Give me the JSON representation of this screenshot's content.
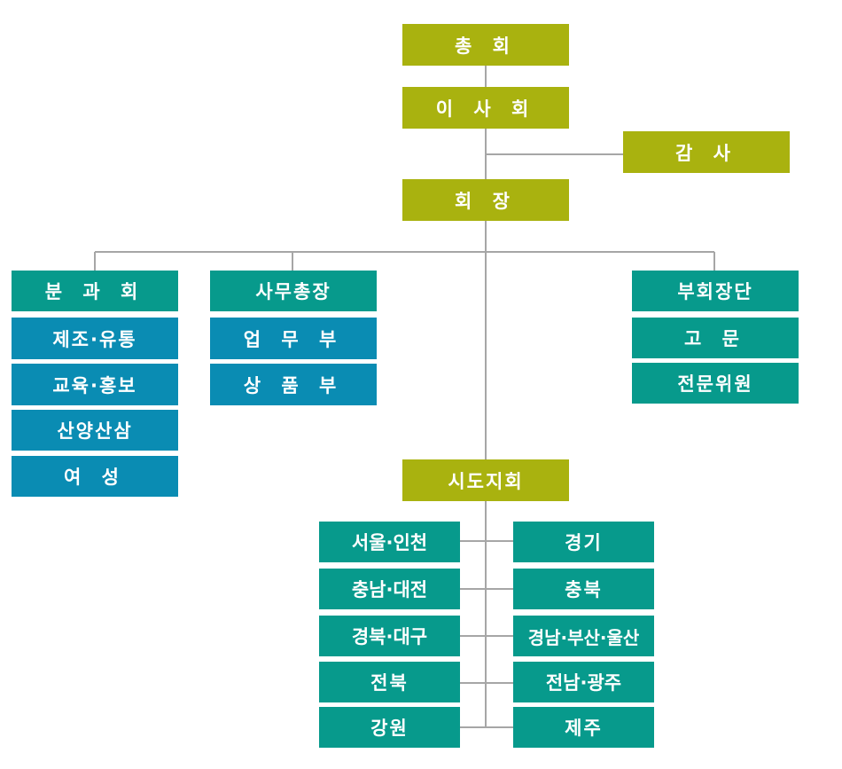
{
  "colors": {
    "top": "#a9b20f",
    "teal": "#079a8c",
    "blue": "#0a8cb3",
    "line": "#a6a6a6"
  },
  "top": {
    "general_assembly": "총    회",
    "board": "이 사 회",
    "auditor": "감      사",
    "chairman": "회    장"
  },
  "subcommittee": {
    "title": "분 과 회",
    "items": [
      "제조·유통",
      "교육·홍보",
      "산양산삼",
      "여      성"
    ]
  },
  "secretary": {
    "title": "사무총장",
    "items": [
      "업 무 부",
      "상 품 부"
    ]
  },
  "vice": {
    "title": "부회장단",
    "items": [
      "고      문",
      "전문위원"
    ]
  },
  "branches": {
    "title": "시도지회",
    "left": [
      "서울·인천",
      "충남·대전",
      "경북·대구",
      "전북",
      "강원"
    ],
    "right": [
      "경기",
      "충북",
      "경남·부산·울산",
      "전남·광주",
      "제주"
    ]
  }
}
